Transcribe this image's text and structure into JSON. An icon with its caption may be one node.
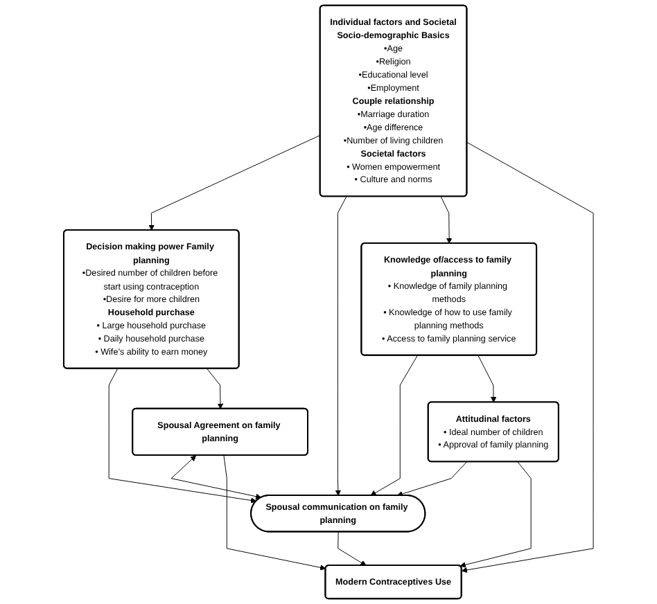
{
  "diagram": {
    "nodes": [
      {
        "text": [
          "Individual factors and Societal",
          "Socio-demographic Basics",
          "•Age",
          "•Religion",
          "•Educational level",
          "•Employment",
          "Couple relationship",
          "•Marriage duration",
          "•Age difference",
          "•Number of living children",
          "Societal factors",
          "• Women empowerment",
          "• Culture and norms"
        ]
      },
      {
        "text": [
          "Decision making power Family planning",
          "•Desired number of children before start using contraception",
          "•Desire for more children",
          "Household purchase",
          "• Large household purchase",
          "• Daily household purchase",
          "• Wife’s ability to earn money"
        ]
      },
      {
        "text": [
          "Spousal Agreement on family planning"
        ]
      },
      {
        "text": [
          "Spousal communication on family planning"
        ]
      },
      {
        "text": [
          "Modern Contraceptives Use"
        ]
      },
      {
        "text": [
          "Attitudinal factors",
          "• Ideal number of children",
          "• Approval of family planning"
        ]
      },
      {
        "text": [
          "Knowledge of/access to family planning",
          "• Knowledge of family planning methods",
          "• Knowledge of how to use family planning methods",
          "• Access to family planning service"
        ]
      }
    ],
    "edges": [
      {
        "from": 0,
        "to": 1,
        "arrow": "to"
      },
      {
        "from": 0,
        "to": 3,
        "arrow": "to"
      },
      {
        "from": 0,
        "to": 6,
        "arrow": "to"
      },
      {
        "from": 0,
        "to": 4,
        "arrow": "to"
      },
      {
        "from": 1,
        "to": 3,
        "arrow": "to"
      },
      {
        "from": 1,
        "to": 2,
        "arrow": "to"
      },
      {
        "from": 2,
        "to": 3,
        "arrow": "both"
      },
      {
        "from": 2,
        "to": 4,
        "arrow": "to"
      },
      {
        "from": 3,
        "to": 4,
        "arrow": "to"
      },
      {
        "from": 5,
        "to": 3,
        "arrow": "to"
      },
      {
        "from": 5,
        "to": 4,
        "arrow": "to"
      },
      {
        "from": 6,
        "to": 3,
        "arrow": "to"
      },
      {
        "from": 6,
        "to": 5,
        "arrow": "to"
      }
    ]
  }
}
